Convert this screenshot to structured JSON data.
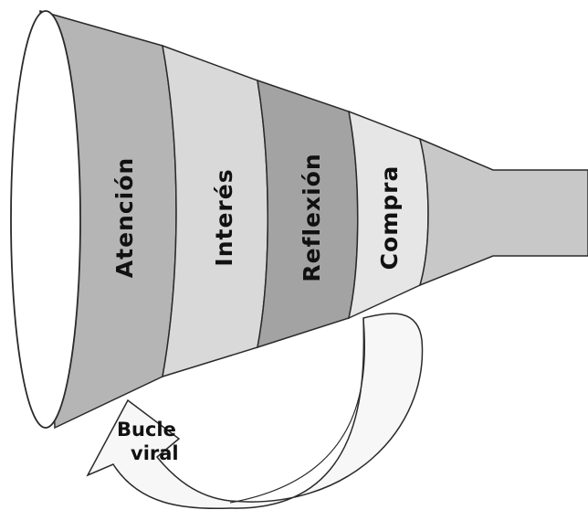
{
  "stages": [
    {
      "label": "Atención",
      "color": "#b5b5b5"
    },
    {
      "label": "Interés",
      "color": "#d9d9d9"
    },
    {
      "label": "Reflexión",
      "color": "#a3a3a3"
    },
    {
      "label": "Compra",
      "color": "#e6e6e6"
    }
  ],
  "loop": {
    "line1": "Bucle",
    "line2": "viral"
  },
  "colors": {
    "outline": "#2a2a2a",
    "neck": "#c8c8c8",
    "mouth": "#ffffff",
    "arrow": "#f7f7f7"
  }
}
